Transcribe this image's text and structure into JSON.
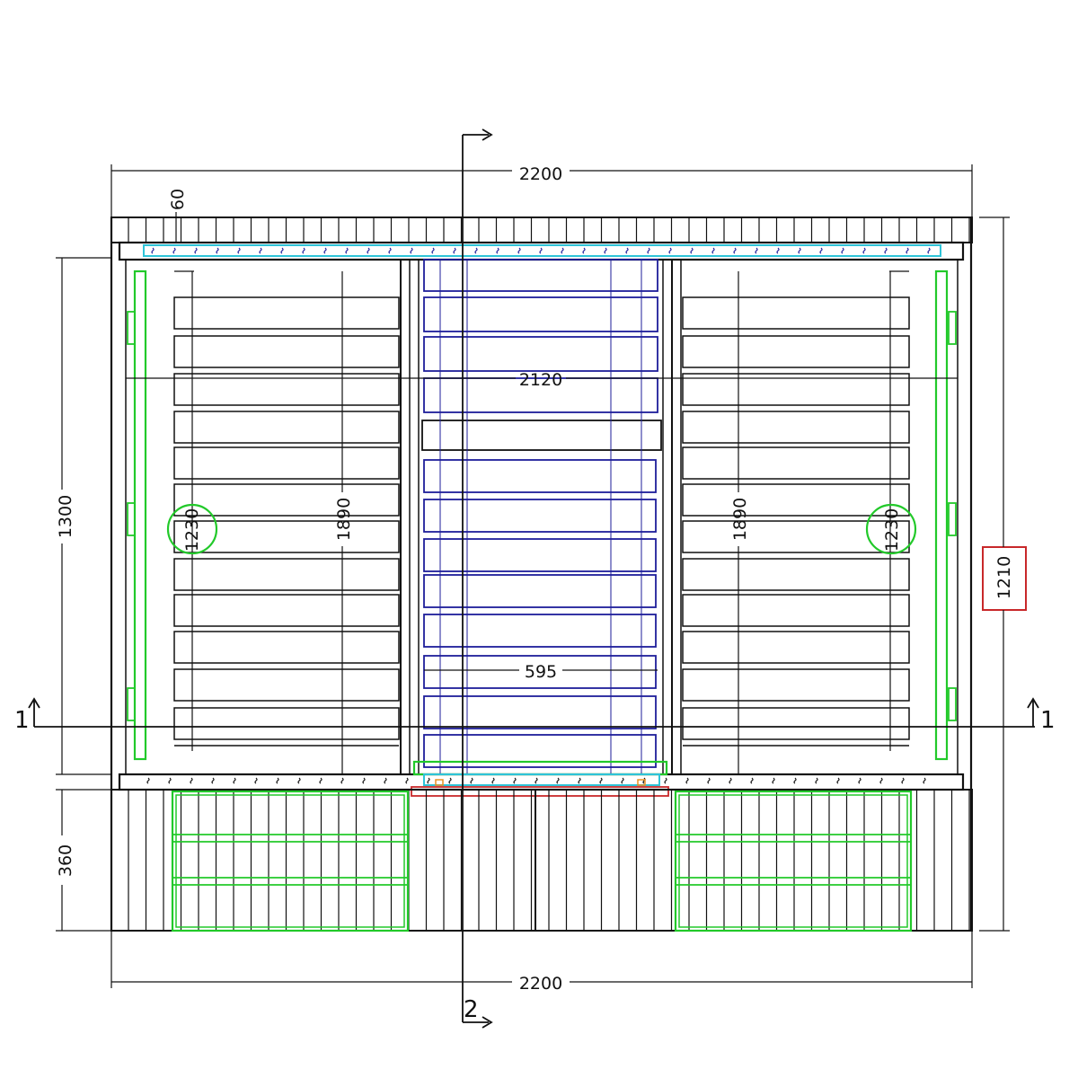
{
  "dimensions": {
    "overall_width_top": "2200",
    "overall_width_bottom": "2200",
    "top_rail_gap": "60",
    "inner_width": "2120",
    "left_height": "1300",
    "bench_depth": "360",
    "right_height": "1210",
    "left_bench_length": "1890",
    "right_bench_length": "1890",
    "left_heater_circle": "1230",
    "right_heater_circle": "1230",
    "center_panel_width": "595"
  },
  "section_marks": {
    "section_1_left": "1",
    "section_1_right": "1",
    "section_2_bottom": "2"
  },
  "colors": {
    "line": "#111111",
    "green": "#22c92a",
    "blue": "#1e1e9a",
    "cyan": "#2ec4d8",
    "red": "#c8282a",
    "orange": "#e89020"
  }
}
